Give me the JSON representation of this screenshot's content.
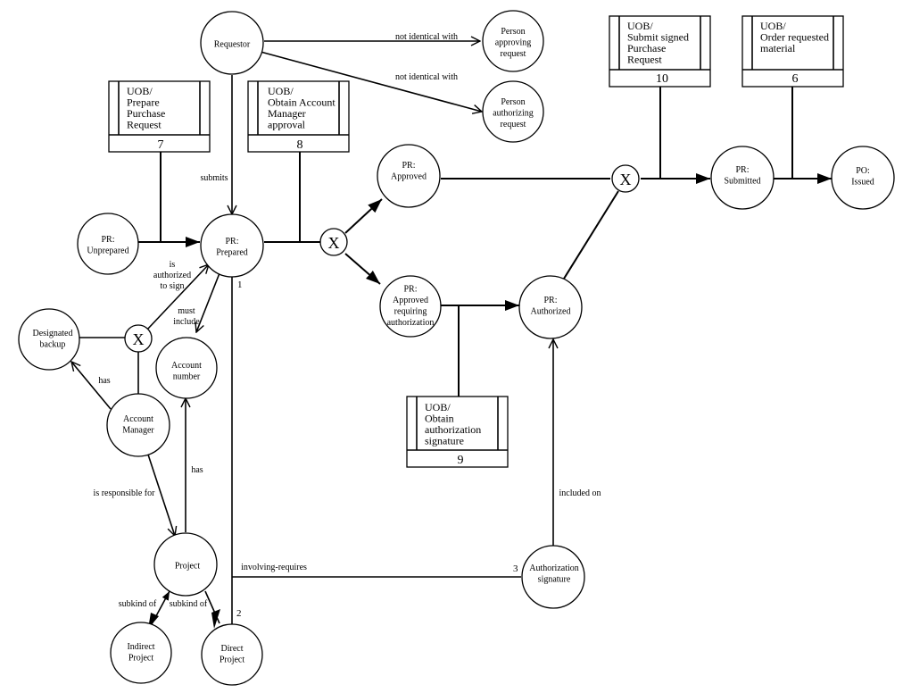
{
  "nodes": {
    "requestor": {
      "lines": [
        "Requestor"
      ]
    },
    "person_approving": {
      "lines": [
        "Person",
        "approving",
        "request"
      ]
    },
    "person_authorizing": {
      "lines": [
        "Person",
        "authorizing",
        "request"
      ]
    },
    "pr_unprepared": {
      "lines": [
        "PR:",
        "Unprepared"
      ]
    },
    "pr_prepared": {
      "lines": [
        "PR:",
        "Prepared"
      ]
    },
    "pr_approved": {
      "lines": [
        "PR:",
        "Approved"
      ]
    },
    "pr_approved_requiring": {
      "lines": [
        "PR:",
        "Approved",
        "requiring",
        "authorization"
      ]
    },
    "pr_authorized": {
      "lines": [
        "PR:",
        "Authorized"
      ]
    },
    "pr_submitted": {
      "lines": [
        "PR:",
        "Submitted"
      ]
    },
    "po_issued": {
      "lines": [
        "PO:",
        "Issued"
      ]
    },
    "designated_backup": {
      "lines": [
        "Designated",
        "backup"
      ]
    },
    "account_number": {
      "lines": [
        "Account",
        "number"
      ]
    },
    "account_manager": {
      "lines": [
        "Account",
        "Manager"
      ]
    },
    "project": {
      "lines": [
        "Project"
      ]
    },
    "indirect_project": {
      "lines": [
        "Indirect",
        "Project"
      ]
    },
    "direct_project": {
      "lines": [
        "Direct",
        "Project"
      ]
    },
    "authorization_signature": {
      "lines": [
        "Authorization",
        "signature"
      ]
    }
  },
  "uob_boxes": {
    "prepare": {
      "lines": [
        "UOB/",
        "Prepare",
        "Purchase",
        "Request"
      ],
      "number": "7"
    },
    "obtain_manager": {
      "lines": [
        "UOB/",
        "Obtain Account",
        "Manager",
        "approval"
      ],
      "number": "8"
    },
    "obtain_signature": {
      "lines": [
        "UOB/",
        "Obtain",
        "authorization",
        "signature"
      ],
      "number": "9"
    },
    "submit": {
      "lines": [
        "UOB/",
        "Submit signed",
        "Purchase",
        "Request"
      ],
      "number": "10"
    },
    "order": {
      "lines": [
        "UOB/",
        "Order requested",
        "material"
      ],
      "number": "6"
    }
  },
  "junction": "X",
  "labels": {
    "not_identical_1": "not identical with",
    "not_identical_2": "not identical with",
    "submits": "submits",
    "authorized_to_sign": [
      "is",
      "authorized",
      "to sign"
    ],
    "must_include": [
      "must",
      "include"
    ],
    "has_backup": "has",
    "has_account": "has",
    "responsible_for": "is responsible for",
    "subkind_of_1": "subkind of",
    "subkind_of_2": "subkind of",
    "involving_requires": "involving-requires",
    "included_on": "included on"
  },
  "footnotes": {
    "one": "1",
    "two": "2",
    "three": "3"
  }
}
